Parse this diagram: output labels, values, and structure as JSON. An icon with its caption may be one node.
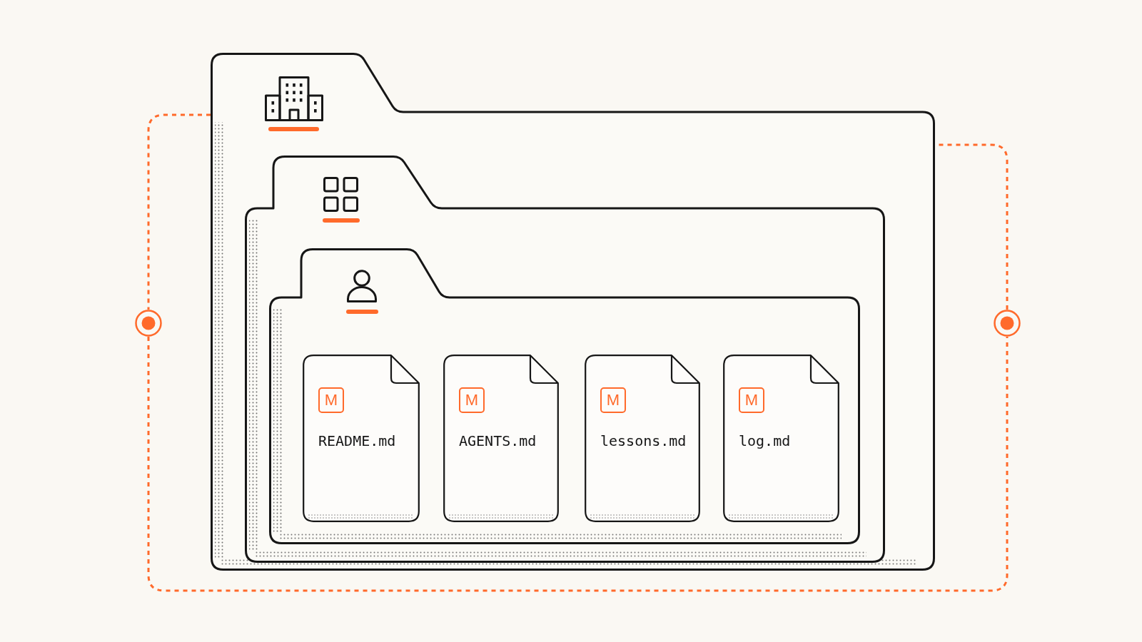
{
  "diagram": {
    "nodes": [
      {
        "text": [],
        "shape": "folder"
      },
      {
        "text": [],
        "shape": "folder",
        "in": 0
      },
      {
        "text": [],
        "shape": "folder",
        "in": 1
      },
      {
        "text": [
          "M",
          "README.md"
        ],
        "in": 2
      },
      {
        "text": [
          "M",
          "AGENTS.md"
        ],
        "in": 2
      },
      {
        "text": [
          "M",
          "lessons.md"
        ],
        "in": 2
      },
      {
        "text": [
          "M",
          "log.md"
        ],
        "in": 2
      },
      {
        "text": [],
        "shape": "circle"
      },
      {
        "text": [],
        "shape": "circle"
      }
    ],
    "edges": [
      {
        "from": 0,
        "to": 7,
        "arrow": "none",
        "style": "dashed",
        "color": "#ff6a2b"
      },
      {
        "from": 7,
        "to": 8,
        "arrow": "none",
        "style": "dashed",
        "color": "#ff6a2b"
      },
      {
        "from": 8,
        "to": 0,
        "arrow": "none",
        "style": "dashed",
        "color": "#ff6a2b"
      }
    ]
  }
}
